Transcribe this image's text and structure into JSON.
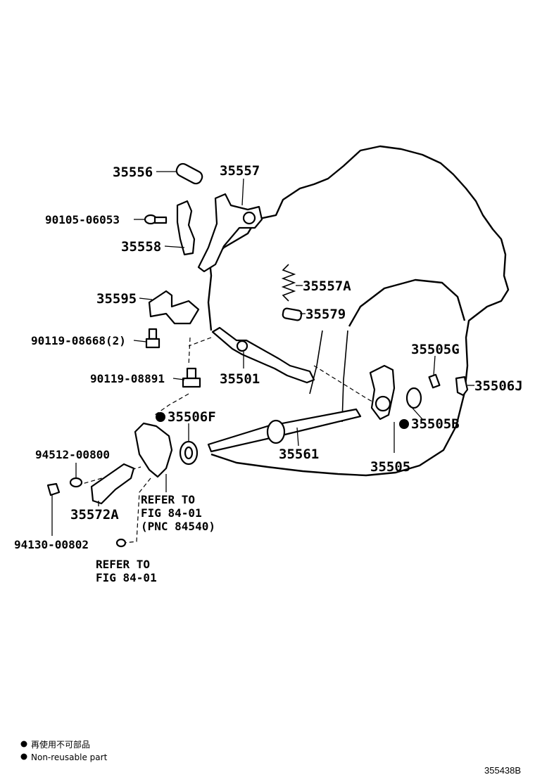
{
  "labels": {
    "p35556": "35556",
    "p35557": "35557",
    "p9010506053": "90105-06053",
    "p35558": "35558",
    "p35557A": "35557A",
    "p35595": "35595",
    "p35579": "35579",
    "p9011908668": "90119-08668(2)",
    "p35505G": "35505G",
    "p35506J": "35506J",
    "p9011908891": "90119-08891",
    "p35501": "35501",
    "p35506F": "35506F",
    "p35505B": "35505B",
    "p9451200800": "94512-00800",
    "p35561": "35561",
    "p35505": "35505",
    "p35572A": "35572A",
    "p9413000802": "94130-00802"
  },
  "refer1": {
    "line1": "REFER TO",
    "line2": "FIG 84-01",
    "line3": "(PNC 84540)"
  },
  "refer2": {
    "line1": "REFER TO",
    "line2": "FIG 84-01"
  },
  "legend": {
    "japanese": "再使用不可部品",
    "english": "Non-reusable part"
  },
  "figure_number": "355438B",
  "colors": {
    "ink": "#000000",
    "paper": "#ffffff"
  }
}
